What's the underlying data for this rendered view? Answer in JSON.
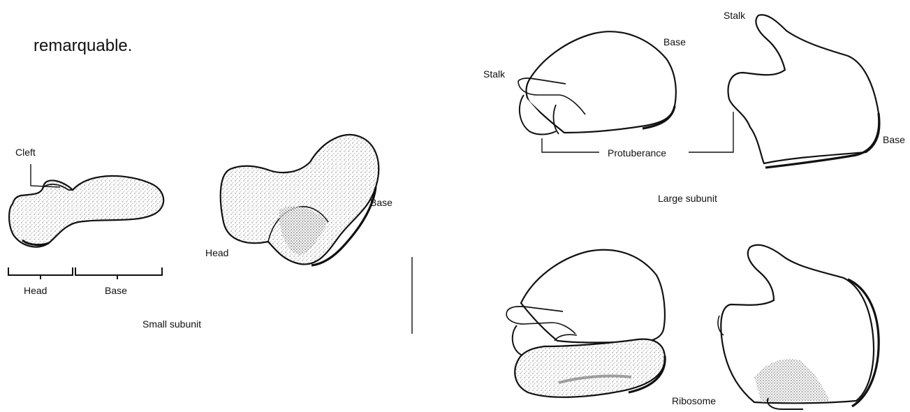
{
  "intro_text": "remarquable.",
  "small_subunit": {
    "caption": "Small subunit",
    "labels": {
      "cleft": "Cleft",
      "head_bracket": "Head",
      "base_bracket": "Base",
      "head": "Head",
      "base": "Base"
    }
  },
  "large_subunit": {
    "caption": "Large subunit",
    "labels": {
      "stalk_left": "Stalk",
      "base_left": "Base",
      "stalk_right": "Stalk",
      "base_right": "Base",
      "protuberance": "Protuberance"
    }
  },
  "ribosome": {
    "caption": "Ribosome"
  },
  "colors": {
    "ink": "#111111",
    "shade": "#8a8a8a",
    "paper": "#ffffff"
  }
}
